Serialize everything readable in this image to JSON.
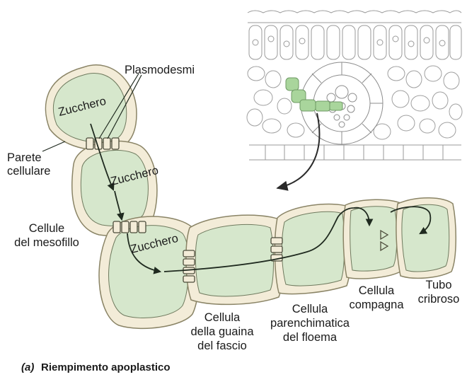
{
  "labels": {
    "plasmodesmi": "Plasmodesmi",
    "zucchero_1": "Zucchero",
    "zucchero_2": "Zucchero",
    "zucchero_3": "Zucchero",
    "parete_1": "Parete",
    "parete_2": "cellulare",
    "mesofillo_1": "Cellule",
    "mesofillo_2": "del mesofillo",
    "guaina_1": "Cellula",
    "guaina_2": "della guaina",
    "guaina_3": "del fascio",
    "parench_1": "Cellula",
    "parench_2": "parenchimatica",
    "parench_3": "del floema",
    "compagna_1": "Cellula",
    "compagna_2": "compagna",
    "tubo_1": "Tubo",
    "tubo_2": "cribroso"
  },
  "caption": {
    "letter": "(a)",
    "text": "Riempimento apoplastico"
  },
  "colors": {
    "wall": "#f3ecd8",
    "wall_stroke": "#8a8466",
    "cytoplasm": "#d6e7cc",
    "inset_highlight": "#a9d59c",
    "arrow": "#1f2a1f"
  }
}
